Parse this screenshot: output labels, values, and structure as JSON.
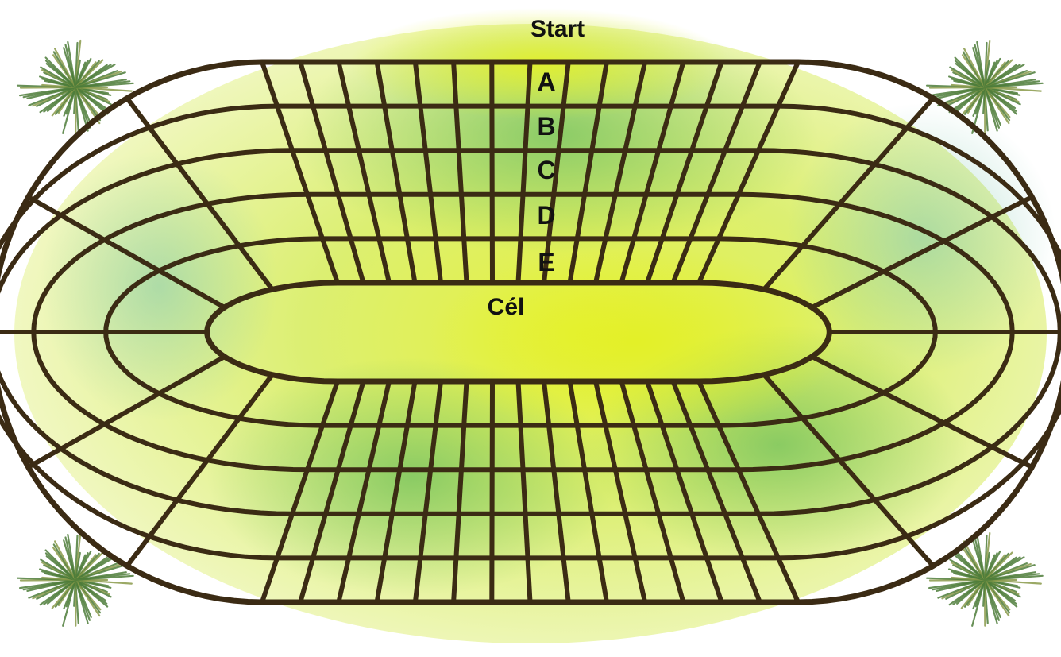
{
  "board": {
    "start_label": "Start",
    "finish_label": "Cél",
    "lane_labels": [
      "A",
      "B",
      "C",
      "D",
      "E"
    ],
    "lanes": 5,
    "straight_cells": 14,
    "curve_cells": 6
  },
  "decorations": {
    "grass": [
      "grass-top-left",
      "grass-top-right",
      "grass-bottom-left",
      "grass-bottom-right"
    ]
  },
  "colors": {
    "track_line": "#3b2b14",
    "field_light": "#eef68a",
    "field_mid": "#c9e24a",
    "wash_green": "#7fc46a",
    "grass": "#4e7c3a"
  }
}
